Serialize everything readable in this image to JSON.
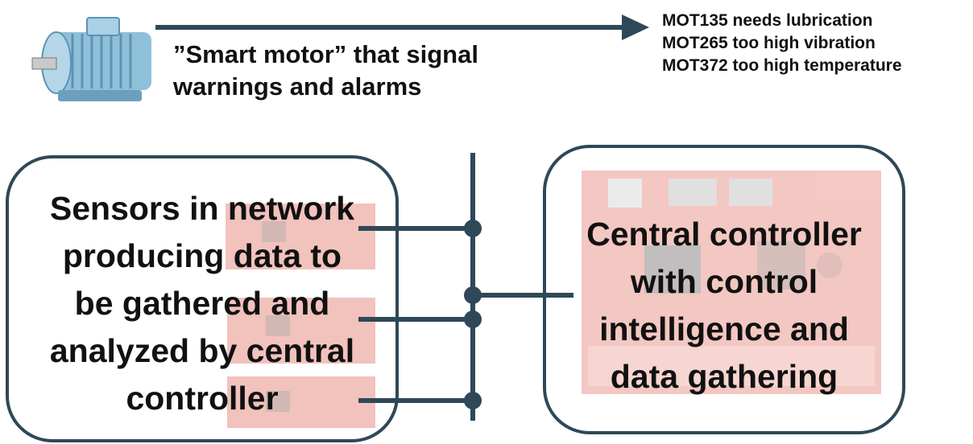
{
  "colors": {
    "line": "#2f4858",
    "board": "#d94a3a",
    "motor": "#7fb3cf"
  },
  "motor": {
    "icon": "electric-motor-icon",
    "caption_lines": [
      "”Smart motor” that signal",
      "warnings and alarms"
    ]
  },
  "alerts": [
    "MOT135 needs lubrication",
    "MOT265 too high vibration",
    "MOT372 too high temperature"
  ],
  "sensors_box": {
    "lines": [
      "Sensors in network",
      "producing data to",
      "be gathered and",
      "analyzed by central",
      "controller"
    ],
    "background_icon": "sensor-board-icon"
  },
  "controller_box": {
    "lines": [
      "Central controller",
      "with control",
      "intelligence and",
      "data gathering"
    ],
    "background_icon": "controller-board-icon"
  }
}
